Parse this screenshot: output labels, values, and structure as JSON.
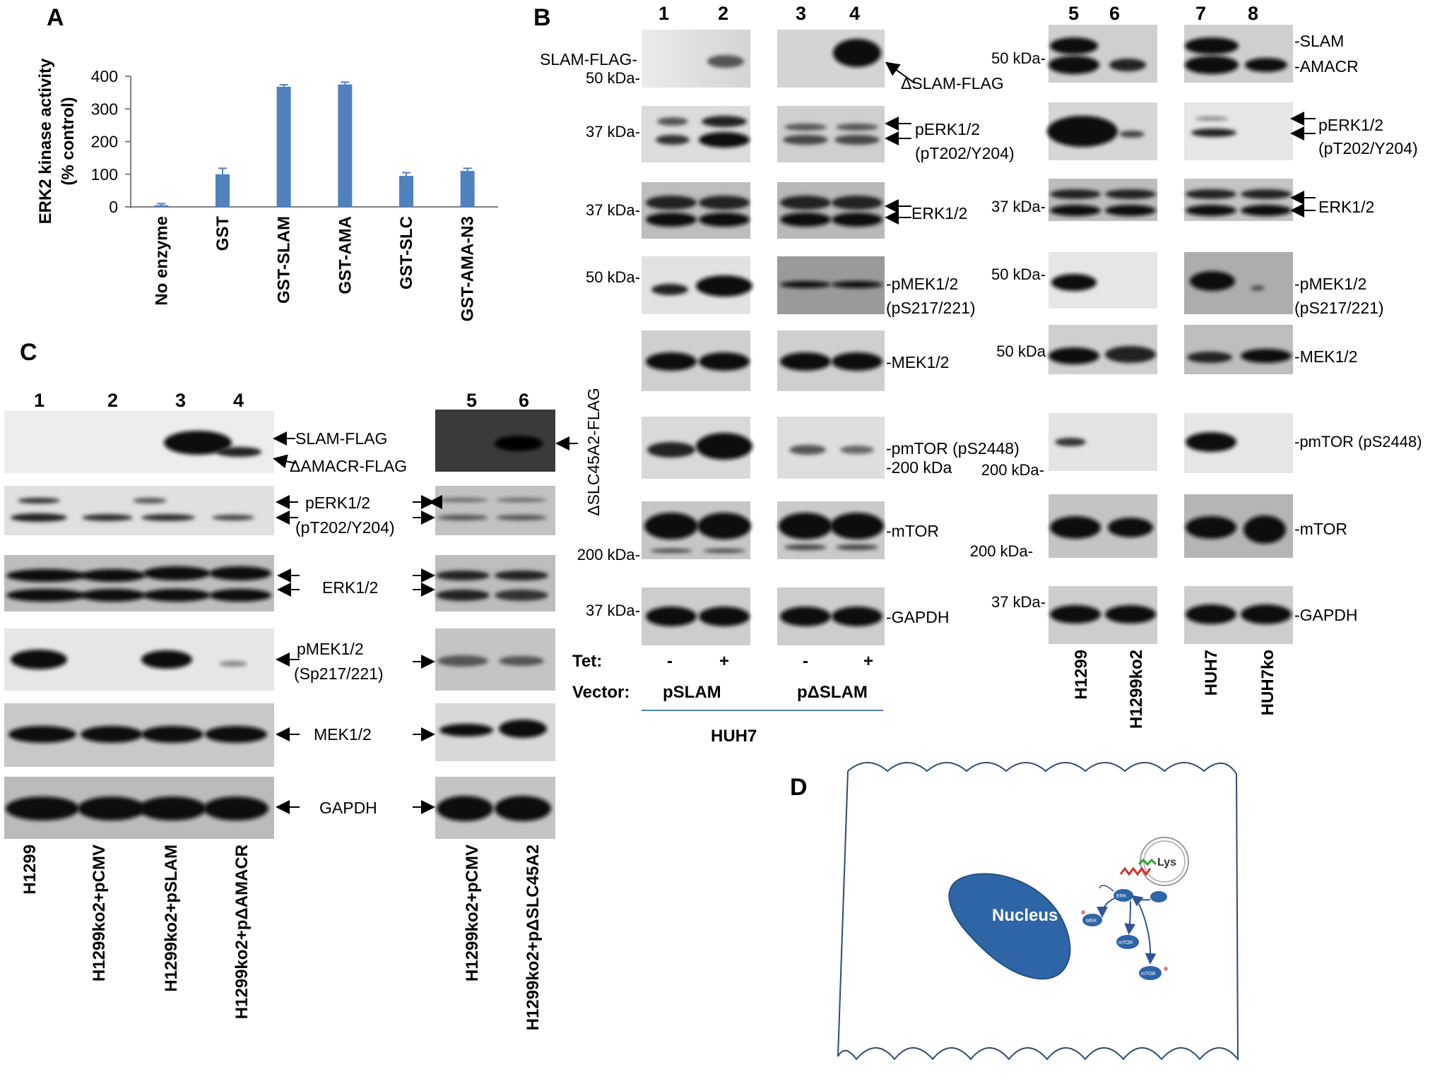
{
  "panels": {
    "a": "A",
    "b": "B",
    "c": "C",
    "d": "D"
  },
  "chart_data": {
    "type": "bar",
    "categories": [
      "No enzyme",
      "GST",
      "GST-SLAM",
      "GST-AMA",
      "GST-SLC",
      "GST-AMA-N3"
    ],
    "values": [
      5,
      100,
      368,
      375,
      95,
      110
    ],
    "errors": [
      5,
      18,
      6,
      7,
      10,
      8
    ],
    "ylabel_line1": "ERK2 kinase activity",
    "ylabel_line2": "(% control)",
    "ylim": [
      0,
      400
    ],
    "yticks": [
      "0",
      "100",
      "200",
      "300",
      "400"
    ],
    "bar_color": "#4f81bd"
  },
  "b": {
    "lanes": [
      "1",
      "2",
      "3",
      "4",
      "5",
      "6",
      "7",
      "8"
    ],
    "left_labels": {
      "slam_flag": "SLAM-FLAG-",
      "kda50_a": "50 kDa-",
      "kda37_a": "37 kDa-",
      "kda37_b": "37 kDa-",
      "kda50_b": "50 kDa-",
      "kda200": "200 kDa-",
      "kda37_c": "37 kDa-"
    },
    "mid_labels": {
      "dslam_flag": "ΔSLAM-FLAG",
      "perk": "pERK1/2",
      "perk_site": "(pT202/Y204)",
      "erk": "ERK1/2",
      "pmek": "-pMEK1/2",
      "pmek_site": "(pS217/221)",
      "mek": "-MEK1/2",
      "pmtor": "-pmTOR (pS2448)",
      "kda200": "-200 kDa",
      "mtor": "-mTOR",
      "gapdh": "-GAPDH"
    },
    "rotated_label": "ΔSLC45A2-FLAG",
    "tet_label": "Tet:",
    "tet_values": [
      "-",
      "+",
      "-",
      "+"
    ],
    "vector_label": "Vector:",
    "vectors": [
      "pSLAM",
      "pΔSLAM"
    ],
    "cell": "HUH7",
    "right_kda": {
      "k50a": "50 kDa-",
      "k37": "37 kDa-",
      "k50b": "50 kDa-",
      "k50c": "50 kDa",
      "k200a": "200 kDa-",
      "k200b": "200 kDa-",
      "k37b": "37 kDa-"
    },
    "right_labels": {
      "slam": "-SLAM",
      "amacr": "-AMACR",
      "perk": "pERK1/2",
      "perk_site": "(pT202/Y204)",
      "erk": "ERK1/2",
      "pmek": "-pMEK1/2",
      "pmek_site": "(pS217/221)",
      "mek": "-MEK1/2",
      "pmtor": "-pmTOR (pS2448)",
      "mtor": "-mTOR",
      "gapdh": "-GAPDH"
    },
    "cells_right": [
      "H1299",
      "H1299ko2",
      "HUH7",
      "HUH7ko"
    ]
  },
  "c": {
    "lanes": [
      "1",
      "2",
      "3",
      "4",
      "5",
      "6"
    ],
    "labels": {
      "slam_flag": "SLAM-FLAG",
      "damacr_flag": "ΔAMACR-FLAG",
      "perk": "pERK1/2",
      "perk_site": "(pT202/Y204)",
      "erk": "ERK1/2",
      "pmek": "pMEK1/2",
      "pmek_site": "(Sp217/221)",
      "mek": "MEK1/2",
      "gapdh": "GAPDH"
    },
    "cells": [
      "H1299",
      "H1299ko2+pCMV",
      "H1299ko2+pSLAM",
      "H1299ko2+pΔAMACR",
      "H1299ko2+pCMV",
      "H1299ko2+pΔSLC45A2"
    ]
  },
  "d": {
    "nucleus": "Nucleus",
    "lys": "Lys",
    "mek": "MEK",
    "mtor": "mTOR",
    "erk": "ERK"
  }
}
